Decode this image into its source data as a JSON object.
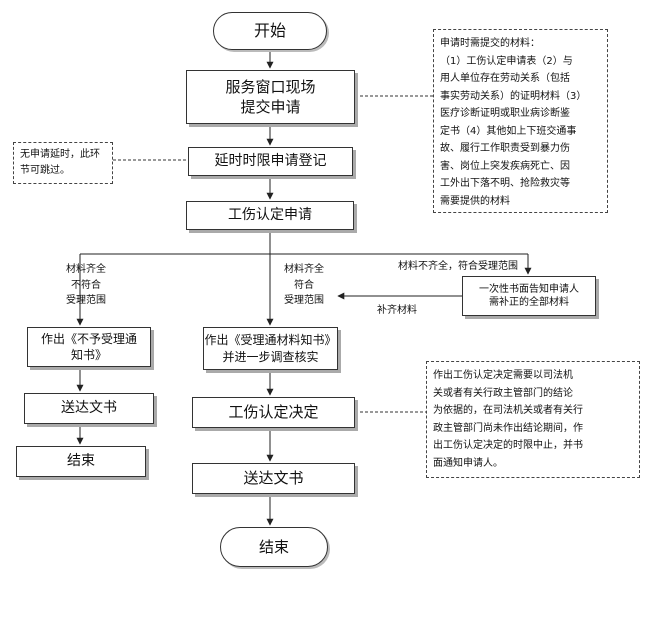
{
  "nodes": {
    "start": "开始",
    "submit": [
      "服务窗口现场",
      "提交申请"
    ],
    "delay": "延时时限申请登记",
    "apply": "工伤认定申请",
    "inform": [
      "一次性书面告知申请人",
      "需补正的全部材料"
    ],
    "reject": [
      "作出《不予受理通",
      "知书》"
    ],
    "accept": [
      "作出《受理通材料知书》",
      "并进一步调查核实"
    ],
    "serve_left": "送达文书",
    "end_left": "结束",
    "decision": "工伤认定决定",
    "serve_center": "送达文书",
    "end_center": "结束"
  },
  "notes": {
    "skip": [
      "无申请延时，此环",
      "节可跳过。"
    ],
    "materials": [
      "申请时需提交的材料：",
      "（1）工伤认定申请表（2）与",
      "用人单位存在劳动关系（包括",
      "事实劳动关系）的证明材料（3）",
      "医疗诊断证明或职业病诊断鉴",
      "定书（4）其他如上下班交通事",
      "故、履行工作职责受到暴力伤",
      "害、岗位上突发疾病死亡、因",
      "工外出下落不明、抢险救灾等",
      "需要提供的材料"
    ],
    "suspend": [
      "作出工伤认定决定需要以司法机",
      "关或者有关行政主管部门的结论",
      "为依据的，在司法机关或者有关行",
      "政主管部门尚未作出结论期间，作",
      "出工伤认定决定的时限中止，并书",
      "面通知申请人。"
    ]
  },
  "edge_labels": {
    "left_branch": [
      "材料齐全",
      "不符合",
      "受理范围"
    ],
    "center_branch": [
      "材料齐全",
      "符合",
      "受理范围"
    ],
    "right_branch": "材料不齐全，符合受理范围",
    "supplement": "补齐材料"
  }
}
